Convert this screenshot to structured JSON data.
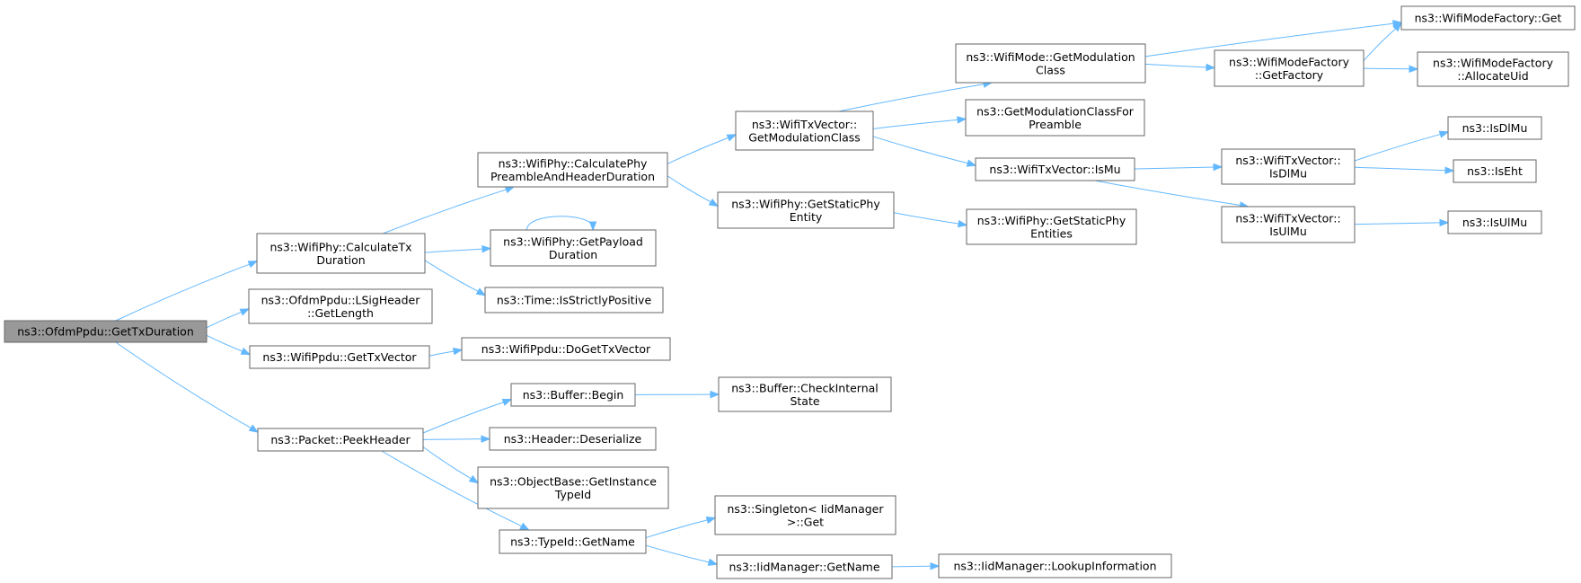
{
  "graph": {
    "nodes": [
      {
        "id": "n0",
        "lines": [
          "ns3::OfdmPpdu::GetTxDuration"
        ],
        "root": true
      },
      {
        "id": "n1",
        "lines": [
          "ns3::WifiPhy::CalculateTx",
          "Duration"
        ]
      },
      {
        "id": "n2",
        "lines": [
          "ns3::OfdmPpdu::LSigHeader",
          "::GetLength"
        ]
      },
      {
        "id": "n3",
        "lines": [
          "ns3::WifiPpdu::GetTxVector"
        ]
      },
      {
        "id": "n4",
        "lines": [
          "ns3::Packet::PeekHeader"
        ]
      },
      {
        "id": "n5",
        "lines": [
          "ns3::WifiPhy::CalculatePhy",
          "PreambleAndHeaderDuration"
        ]
      },
      {
        "id": "n6",
        "lines": [
          "ns3::WifiPhy::GetPayload",
          "Duration"
        ]
      },
      {
        "id": "n7",
        "lines": [
          "ns3::Time::IsStrictlyPositive"
        ]
      },
      {
        "id": "n8",
        "lines": [
          "ns3::WifiPpdu::DoGetTxVector"
        ]
      },
      {
        "id": "n9",
        "lines": [
          "ns3::Buffer::Begin"
        ]
      },
      {
        "id": "n10",
        "lines": [
          "ns3::Header::Deserialize"
        ]
      },
      {
        "id": "n11",
        "lines": [
          "ns3::ObjectBase::GetInstance",
          "TypeId"
        ]
      },
      {
        "id": "n12",
        "lines": [
          "ns3::TypeId::GetName"
        ]
      },
      {
        "id": "n13",
        "lines": [
          "ns3::WifiTxVector::",
          "GetModulationClass"
        ]
      },
      {
        "id": "n14",
        "lines": [
          "ns3::WifiPhy::GetStaticPhy",
          "Entity"
        ]
      },
      {
        "id": "n15",
        "lines": [
          "ns3::Buffer::CheckInternal",
          "State"
        ]
      },
      {
        "id": "n16",
        "lines": [
          "ns3::Singleton< IidManager",
          ">::Get"
        ]
      },
      {
        "id": "n17",
        "lines": [
          "ns3::IidManager::GetName"
        ]
      },
      {
        "id": "n18",
        "lines": [
          "ns3::WifiMode::GetModulation",
          "Class"
        ]
      },
      {
        "id": "n19",
        "lines": [
          "ns3::GetModulationClassFor",
          "Preamble"
        ]
      },
      {
        "id": "n20",
        "lines": [
          "ns3::WifiTxVector::IsMu"
        ]
      },
      {
        "id": "n21",
        "lines": [
          "ns3::WifiPhy::GetStaticPhy",
          "Entities"
        ]
      },
      {
        "id": "n22",
        "lines": [
          "ns3::IidManager::LookupInformation"
        ]
      },
      {
        "id": "n23",
        "lines": [
          "ns3::WifiModeFactory",
          "::GetFactory"
        ]
      },
      {
        "id": "n24",
        "lines": [
          "ns3::WifiTxVector::",
          "IsDlMu"
        ]
      },
      {
        "id": "n25",
        "lines": [
          "ns3::WifiTxVector::",
          "IsUlMu"
        ]
      },
      {
        "id": "n26",
        "lines": [
          "ns3::WifiModeFactory::Get"
        ]
      },
      {
        "id": "n27",
        "lines": [
          "ns3::WifiModeFactory",
          "::AllocateUid"
        ]
      },
      {
        "id": "n28",
        "lines": [
          "ns3::IsDlMu"
        ]
      },
      {
        "id": "n29",
        "lines": [
          "ns3::IsEht"
        ]
      },
      {
        "id": "n30",
        "lines": [
          "ns3::IsUlMu"
        ]
      }
    ],
    "edges": [
      [
        "n0",
        "n1"
      ],
      [
        "n0",
        "n2"
      ],
      [
        "n0",
        "n3"
      ],
      [
        "n0",
        "n4"
      ],
      [
        "n1",
        "n5"
      ],
      [
        "n1",
        "n6"
      ],
      [
        "n1",
        "n7"
      ],
      [
        "n6",
        "n6"
      ],
      [
        "n3",
        "n8"
      ],
      [
        "n4",
        "n9"
      ],
      [
        "n4",
        "n10"
      ],
      [
        "n4",
        "n11"
      ],
      [
        "n4",
        "n12"
      ],
      [
        "n5",
        "n13"
      ],
      [
        "n5",
        "n14"
      ],
      [
        "n9",
        "n15"
      ],
      [
        "n12",
        "n16"
      ],
      [
        "n12",
        "n17"
      ],
      [
        "n13",
        "n18"
      ],
      [
        "n13",
        "n19"
      ],
      [
        "n13",
        "n20"
      ],
      [
        "n14",
        "n21"
      ],
      [
        "n17",
        "n22"
      ],
      [
        "n18",
        "n26"
      ],
      [
        "n18",
        "n23"
      ],
      [
        "n23",
        "n26"
      ],
      [
        "n23",
        "n27"
      ],
      [
        "n20",
        "n24"
      ],
      [
        "n20",
        "n25"
      ],
      [
        "n24",
        "n28"
      ],
      [
        "n24",
        "n29"
      ],
      [
        "n25",
        "n30"
      ]
    ]
  }
}
